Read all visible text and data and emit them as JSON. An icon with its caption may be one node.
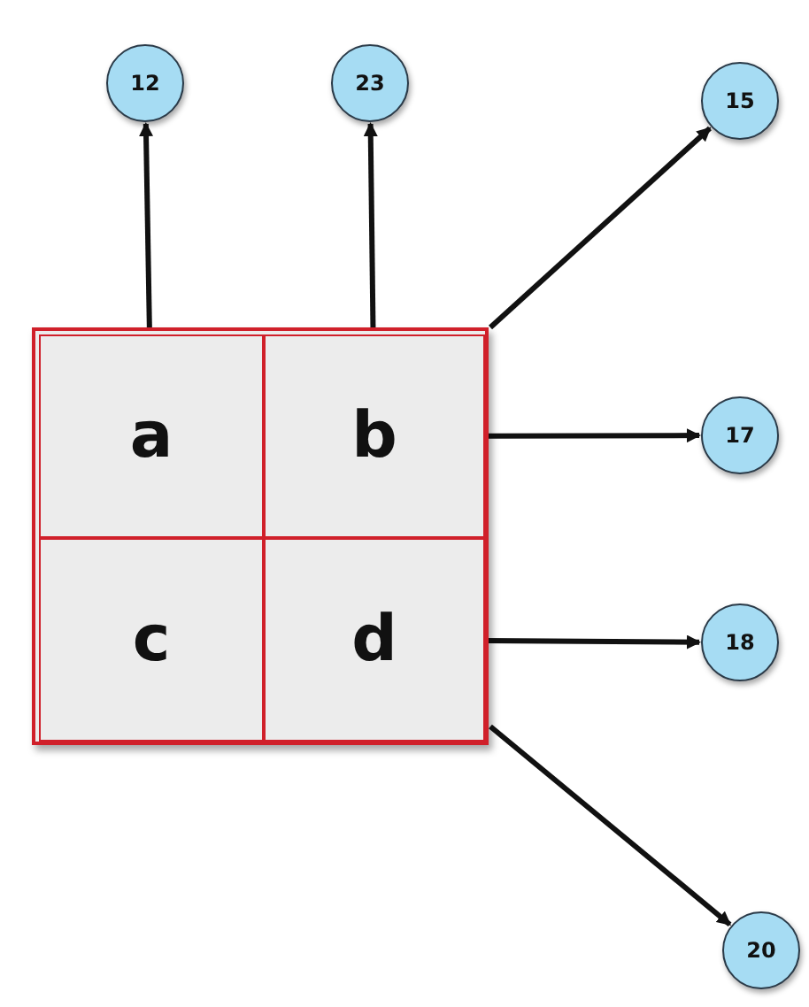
{
  "diagram": {
    "nodes": [
      {
        "text": [
          "12"
        ]
      },
      {
        "text": [
          "23"
        ]
      },
      {
        "text": [
          "15"
        ]
      },
      {
        "text": [],
        "shape": "box"
      },
      {
        "text": [
          "a"
        ],
        "in": 3
      },
      {
        "text": [
          "b"
        ],
        "in": 3
      },
      {
        "text": [
          "17"
        ]
      },
      {
        "text": [
          "c"
        ],
        "in": 3
      },
      {
        "text": [
          "d"
        ],
        "in": 3
      },
      {
        "text": [
          "18"
        ]
      },
      {
        "text": [
          "20"
        ]
      }
    ],
    "edges": [
      {
        "from": 4,
        "to": 0,
        "arrow": "to"
      },
      {
        "from": 5,
        "to": 1,
        "arrow": "to"
      },
      {
        "from": 3,
        "to": 2,
        "arrow": "to"
      },
      {
        "from": 5,
        "to": 6,
        "arrow": "to"
      },
      {
        "from": 8,
        "to": 9,
        "arrow": "to"
      },
      {
        "from": 3,
        "to": 10,
        "arrow": "to"
      }
    ]
  }
}
